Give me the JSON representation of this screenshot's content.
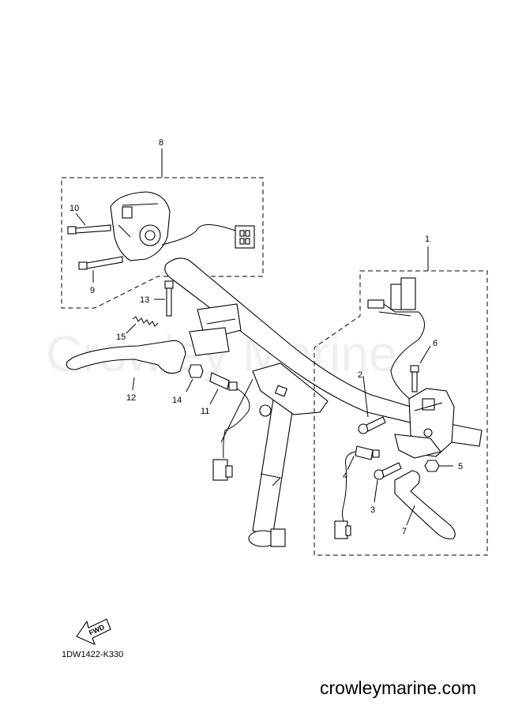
{
  "watermark": "Crowley Marine",
  "diagram_code": "1DW1422-K330",
  "site_footer": "crowleymarine.com",
  "fwd_label": "FWD",
  "callouts": {
    "c1": "1",
    "c2": "2",
    "c3": "3",
    "c4": "4",
    "c5": "5",
    "c6": "6",
    "c7": "7",
    "c8": "8",
    "c9": "9",
    "c10": "10",
    "c11": "11",
    "c12": "12",
    "c13": "13",
    "c14": "14",
    "c15": "15"
  }
}
